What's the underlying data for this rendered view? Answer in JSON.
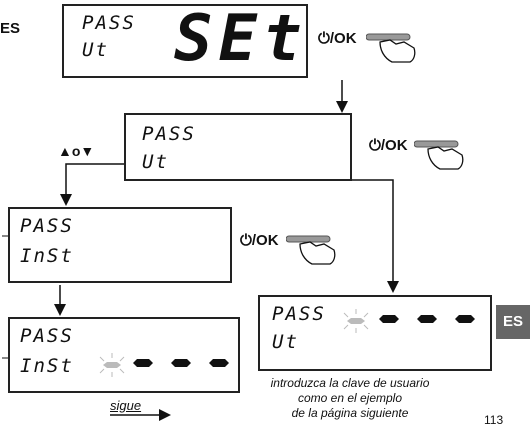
{
  "corner_label": "ES",
  "side_tab": "ES",
  "page_number": "113",
  "button_label": "⏻/OK",
  "nav_label": "▲o▼",
  "continue_label": "sigue",
  "note_lines": [
    "introduzca la clave de usuario",
    "como en el ejemplo",
    "de la página siguiente"
  ],
  "displays": {
    "d1": {
      "line1": "PASS",
      "line2": "Ut",
      "big": "SEt"
    },
    "d2": {
      "line1": "PASS",
      "line2": "Ut"
    },
    "d3": {
      "line1": "PASS",
      "line2": "InSt"
    },
    "d4": {
      "line1": "PASS",
      "line2": "InSt"
    },
    "d5": {
      "line1": "PASS",
      "line2": "Ut"
    }
  },
  "colors": {
    "blink_dash": "#bbbbbb",
    "tab_bg": "#666666"
  }
}
